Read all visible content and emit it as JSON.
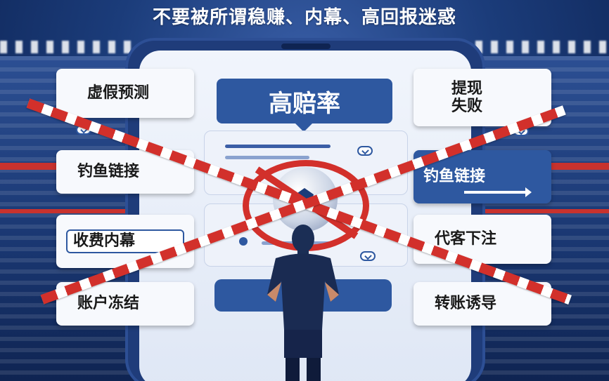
{
  "header": {
    "title": "不要被所谓稳赚、内幕、高回报迷惑"
  },
  "hero": {
    "label": "高赔率"
  },
  "left_cards": [
    {
      "label": "虚假预测"
    },
    {
      "label": "钓鱼链接"
    },
    {
      "label": "收费内幕"
    },
    {
      "label": "账户冻结"
    }
  ],
  "right_cards": [
    {
      "label": "提现\n失败"
    },
    {
      "label": "钓鱼链接"
    },
    {
      "label": "代客下注"
    },
    {
      "label": "转账诱导"
    }
  ],
  "icons": [
    "prohibited-icon",
    "soccer-ball-icon",
    "check-icon",
    "location-pin-icon",
    "arrow-right-icon",
    "referee-figure"
  ],
  "colors": {
    "primary_blue": "#2e58a0",
    "warning_red": "#d2302b",
    "background_navy": "#102a5c"
  }
}
